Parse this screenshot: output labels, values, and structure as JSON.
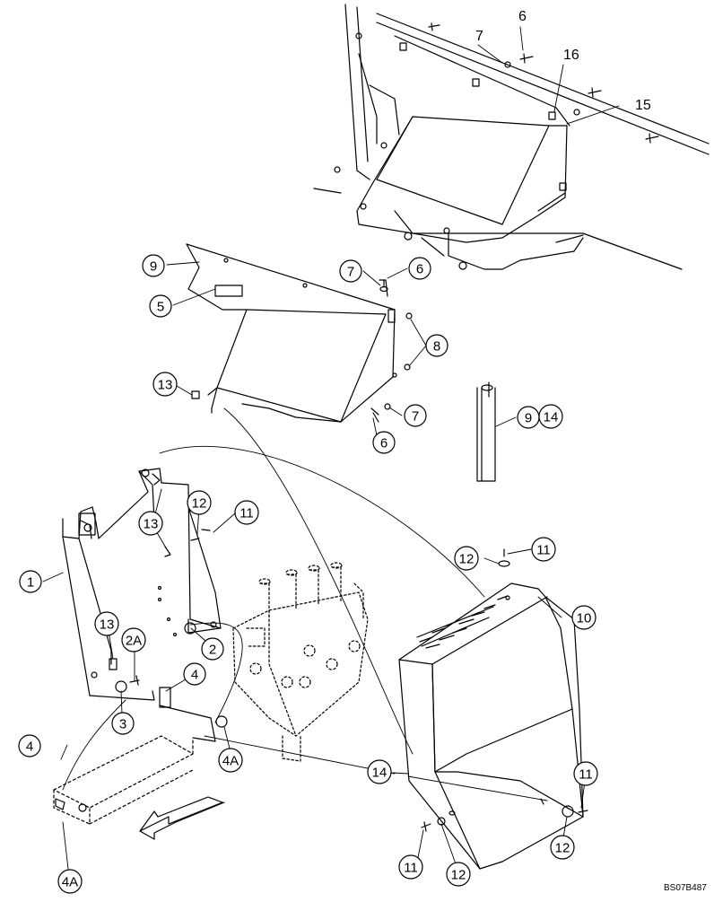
{
  "diagram": {
    "reference": "BS07B487",
    "callouts": [
      {
        "id": "c9a",
        "label": "9"
      },
      {
        "id": "c5",
        "label": "5"
      },
      {
        "id": "c7a",
        "label": "7"
      },
      {
        "id": "c6a",
        "label": "6"
      },
      {
        "id": "c8",
        "label": "8"
      },
      {
        "id": "c13a",
        "label": "13"
      },
      {
        "id": "c7b",
        "label": "7"
      },
      {
        "id": "c6b",
        "label": "6"
      },
      {
        "id": "c9b",
        "label": "9"
      },
      {
        "id": "c14a",
        "label": "14"
      },
      {
        "id": "c12a",
        "label": "12"
      },
      {
        "id": "c11a",
        "label": "11"
      },
      {
        "id": "c13b",
        "label": "13"
      },
      {
        "id": "c1",
        "label": "1"
      },
      {
        "id": "c12b",
        "label": "12"
      },
      {
        "id": "c11b",
        "label": "11"
      },
      {
        "id": "c10",
        "label": "10"
      },
      {
        "id": "c13c",
        "label": "13"
      },
      {
        "id": "c2a",
        "label": "2A"
      },
      {
        "id": "c2",
        "label": "2"
      },
      {
        "id": "c4a",
        "label": "4"
      },
      {
        "id": "c3",
        "label": "3"
      },
      {
        "id": "c4b",
        "label": "4"
      },
      {
        "id": "c4A1",
        "label": "4A"
      },
      {
        "id": "c14b",
        "label": "14"
      },
      {
        "id": "c11c",
        "label": "11"
      },
      {
        "id": "c4A2",
        "label": "4A"
      },
      {
        "id": "c11d",
        "label": "11"
      },
      {
        "id": "c12c",
        "label": "12"
      },
      {
        "id": "c12d",
        "label": "12"
      }
    ],
    "plain_labels": [
      {
        "id": "p6",
        "label": "6"
      },
      {
        "id": "p7",
        "label": "7"
      },
      {
        "id": "p16",
        "label": "16"
      },
      {
        "id": "p15",
        "label": "15"
      }
    ]
  }
}
